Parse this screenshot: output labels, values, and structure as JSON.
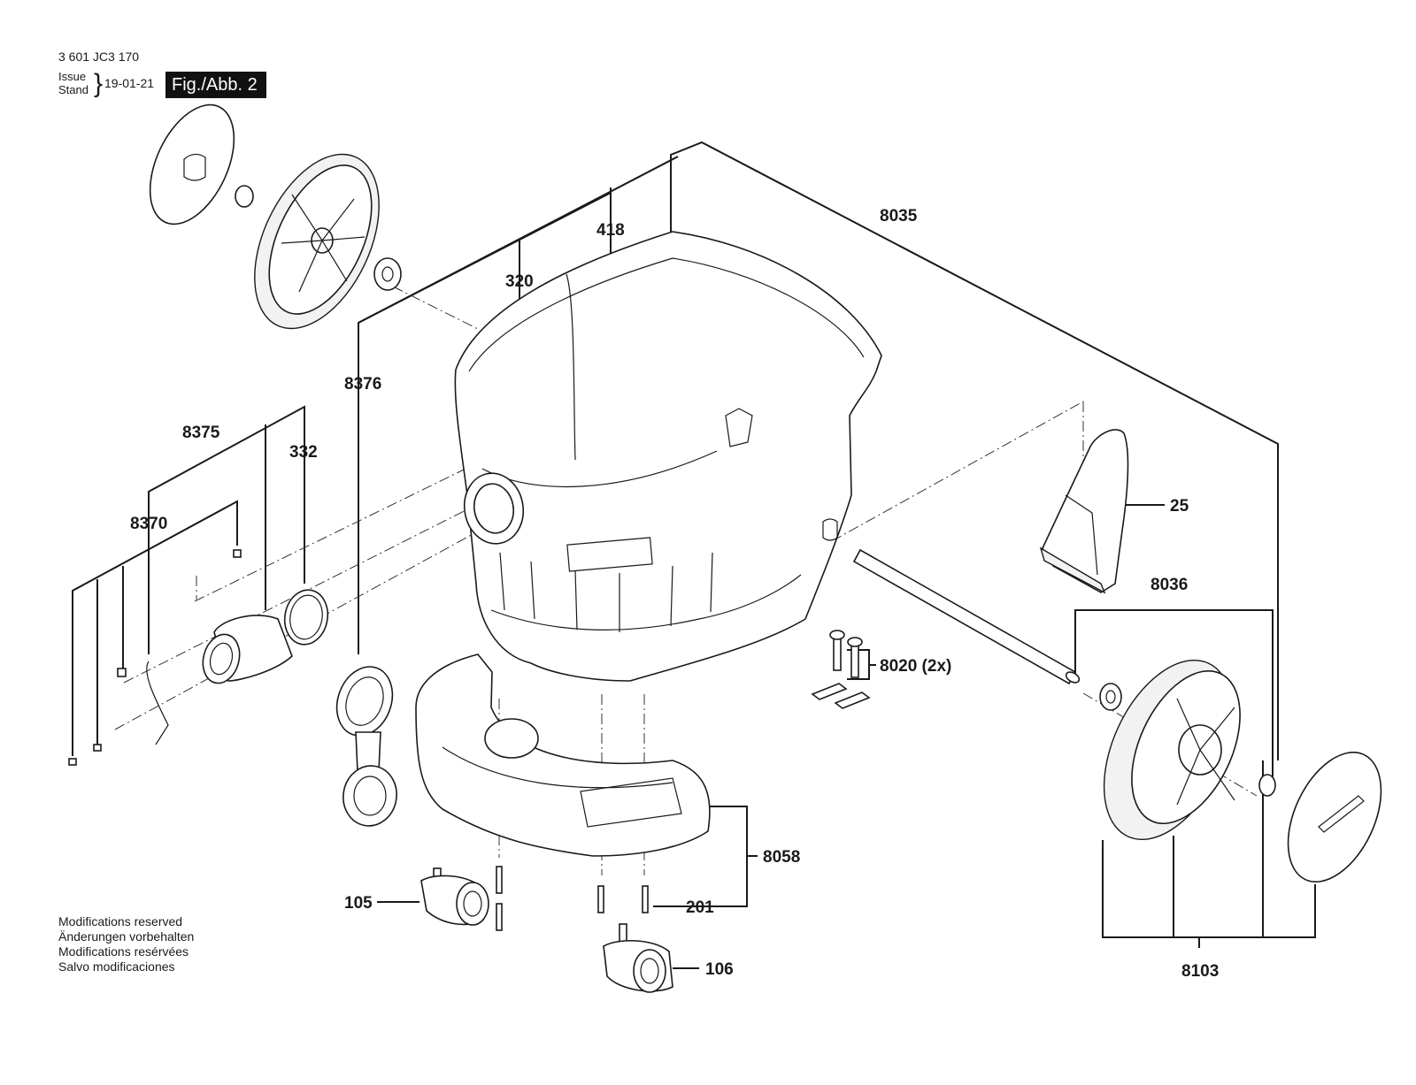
{
  "header": {
    "doc_number": "3 601 JC3 170",
    "issue_line1": "Issue",
    "issue_line2": "Stand",
    "issue_date": "19-01-21",
    "figure_label": "Fig./Abb. 2"
  },
  "notes": [
    "Modifications reserved",
    "Änderungen vorbehalten",
    "Modifications resérvées",
    "Salvo modificaciones"
  ],
  "parts": {
    "p8035": "8035",
    "p418": "418",
    "p320": "320",
    "p8376": "8376",
    "p8375": "8375",
    "p332": "332",
    "p8370": "8370",
    "p25": "25",
    "p8036": "8036",
    "p8020": "8020 (2x)",
    "p8058": "8058",
    "p105": "105",
    "p201": "201",
    "p106": "106",
    "p8103": "8103"
  }
}
